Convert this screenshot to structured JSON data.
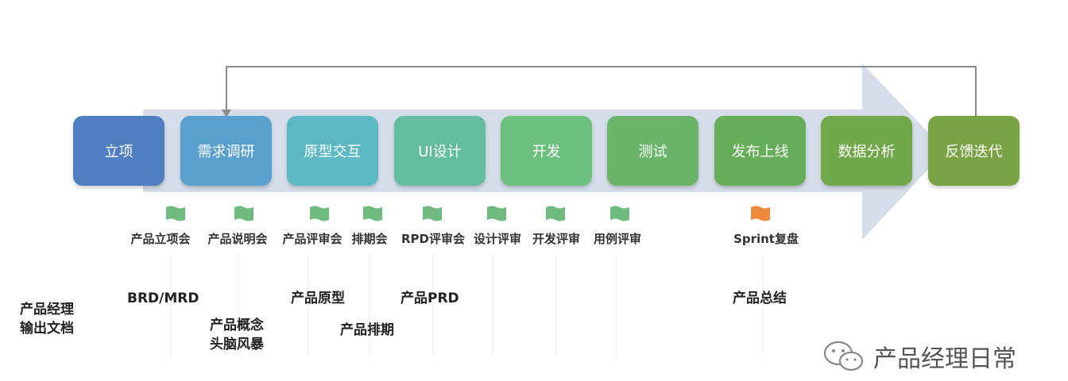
{
  "stages": [
    {
      "label": "立项",
      "color": "#4f7fc0"
    },
    {
      "label": "需求调研",
      "color": "#5aa0cf"
    },
    {
      "label": "原型交互",
      "color": "#5cb9c4"
    },
    {
      "label": "UI设计",
      "color": "#64bd9e"
    },
    {
      "label": "开发",
      "color": "#6cbf7d"
    },
    {
      "label": "测试",
      "color": "#6ab56a"
    },
    {
      "label": "发布上线",
      "color": "#66ad5a"
    },
    {
      "label": "数据分析",
      "color": "#71a84a"
    },
    {
      "label": "反馈迭代",
      "color": "#7aa345"
    }
  ],
  "meetings": [
    {
      "label": "产品立项会",
      "flag": "green"
    },
    {
      "label": "产品说明会",
      "flag": "green"
    },
    {
      "label": "产品评审会",
      "flag": "green"
    },
    {
      "label": "排期会",
      "flag": "green"
    },
    {
      "label": "RPD评审会",
      "flag": "green"
    },
    {
      "label": "设计评审",
      "flag": "green"
    },
    {
      "label": "开发评审",
      "flag": "green"
    },
    {
      "label": "用例评审",
      "flag": "green"
    },
    {
      "label": "Sprint复盘",
      "flag": "orange"
    }
  ],
  "documents": {
    "side_label_line1": "产品经理",
    "side_label_line2": "输出文档",
    "brd": "BRD/MRD",
    "concept_line1": "产品概念",
    "concept_line2": "头脑风暴",
    "prototype": "产品原型",
    "schedule": "产品排期",
    "prd": "产品PRD",
    "summary": "产品总结"
  },
  "watermark": {
    "text": "产品经理日常"
  },
  "colors": {
    "arrow": "#d4dde9",
    "feedback_line": "#8c8c8c",
    "flag_green": "#6fba7e",
    "flag_orange": "#ee8a3c"
  }
}
